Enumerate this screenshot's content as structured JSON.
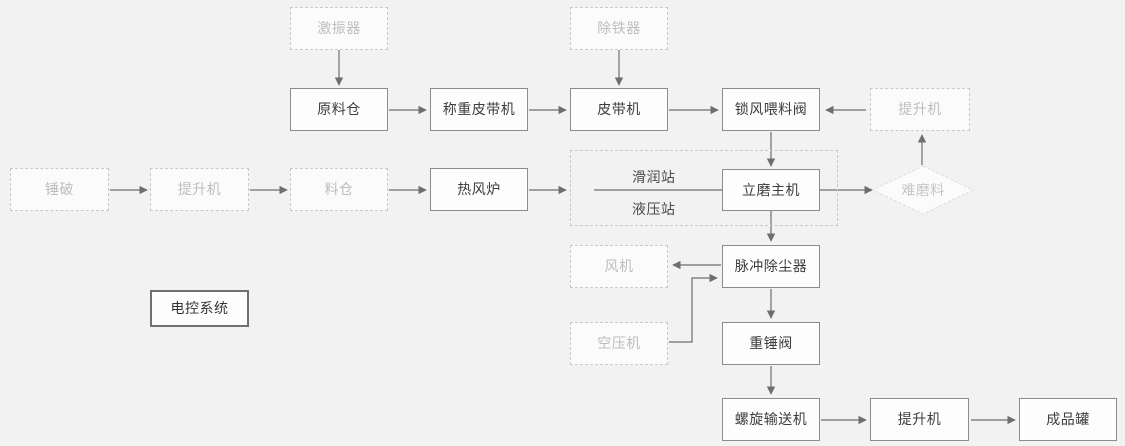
{
  "diagram": {
    "title": "",
    "background_color": "#f2f2f2",
    "solid_border_color": "#8c8c8c",
    "dashed_border_color": "#c9c9c9",
    "solid_text_color": "#3c3c3c",
    "dashed_text_color": "#bdbdbd",
    "strong_border_color": "#707070",
    "arrow_color": "#6e6e6e"
  },
  "nodes": {
    "vibrator": {
      "label": "激振器",
      "style": "dashed"
    },
    "raw_material_bin": {
      "label": "原料仓",
      "style": "solid"
    },
    "weighing_belt": {
      "label": "称重皮带机",
      "style": "solid"
    },
    "iron_remover": {
      "label": "除铁器",
      "style": "dashed"
    },
    "belt_conveyor": {
      "label": "皮带机",
      "style": "solid"
    },
    "rotary_feeder_valve": {
      "label": "锁风喂料阀",
      "style": "solid"
    },
    "elevator_top": {
      "label": "提升机",
      "style": "dashed"
    },
    "hammer_crusher": {
      "label": "锤破",
      "style": "dashed"
    },
    "elevator_left": {
      "label": "提升机",
      "style": "dashed"
    },
    "material_bin": {
      "label": "料仓",
      "style": "dashed"
    },
    "hot_air_furnace": {
      "label": "热风炉",
      "style": "solid"
    },
    "lubrication_station": {
      "label": "滑润站",
      "style": "plain"
    },
    "hydraulic_station": {
      "label": "液压站",
      "style": "plain"
    },
    "vertical_mill_main": {
      "label": "立磨主机",
      "style": "solid"
    },
    "hard_material": {
      "label": "难磨料",
      "style": "diamond"
    },
    "fan": {
      "label": "风机",
      "style": "dashed"
    },
    "pulse_dust_collector": {
      "label": "脉冲除尘器",
      "style": "solid"
    },
    "air_compressor": {
      "label": "空压机",
      "style": "dashed"
    },
    "weight_valve": {
      "label": "重锤阀",
      "style": "solid"
    },
    "screw_conveyor": {
      "label": "螺旋输送机",
      "style": "solid"
    },
    "elevator_bottom": {
      "label": "提升机",
      "style": "solid"
    },
    "product_tank": {
      "label": "成品罐",
      "style": "solid"
    },
    "electrical_control_system": {
      "label": "电控系统",
      "style": "strong"
    }
  },
  "edges": [
    {
      "from": "vibrator",
      "to": "raw_material_bin",
      "direction": "down"
    },
    {
      "from": "raw_material_bin",
      "to": "weighing_belt",
      "direction": "right"
    },
    {
      "from": "weighing_belt",
      "to": "belt_conveyor",
      "direction": "right"
    },
    {
      "from": "iron_remover",
      "to": "belt_conveyor",
      "direction": "down"
    },
    {
      "from": "belt_conveyor",
      "to": "rotary_feeder_valve",
      "direction": "right"
    },
    {
      "from": "elevator_top",
      "to": "rotary_feeder_valve",
      "direction": "left"
    },
    {
      "from": "rotary_feeder_valve",
      "to": "vertical_mill_main",
      "direction": "down"
    },
    {
      "from": "hammer_crusher",
      "to": "elevator_left",
      "direction": "right"
    },
    {
      "from": "elevator_left",
      "to": "material_bin",
      "direction": "right"
    },
    {
      "from": "material_bin",
      "to": "hot_air_furnace",
      "direction": "right"
    },
    {
      "from": "hot_air_furnace",
      "to": "mill_group",
      "direction": "right"
    },
    {
      "from": "stations",
      "to": "vertical_mill_main",
      "direction": "right"
    },
    {
      "from": "vertical_mill_main",
      "to": "hard_material",
      "direction": "right"
    },
    {
      "from": "hard_material",
      "to": "elevator_top",
      "direction": "up"
    },
    {
      "from": "vertical_mill_main",
      "to": "pulse_dust_collector",
      "direction": "down"
    },
    {
      "from": "pulse_dust_collector",
      "to": "fan",
      "direction": "left"
    },
    {
      "from": "air_compressor",
      "to": "pulse_dust_collector",
      "direction": "elbow-right"
    },
    {
      "from": "pulse_dust_collector",
      "to": "weight_valve",
      "direction": "down"
    },
    {
      "from": "weight_valve",
      "to": "screw_conveyor",
      "direction": "down"
    },
    {
      "from": "screw_conveyor",
      "to": "elevator_bottom",
      "direction": "right"
    },
    {
      "from": "elevator_bottom",
      "to": "product_tank",
      "direction": "right"
    }
  ]
}
